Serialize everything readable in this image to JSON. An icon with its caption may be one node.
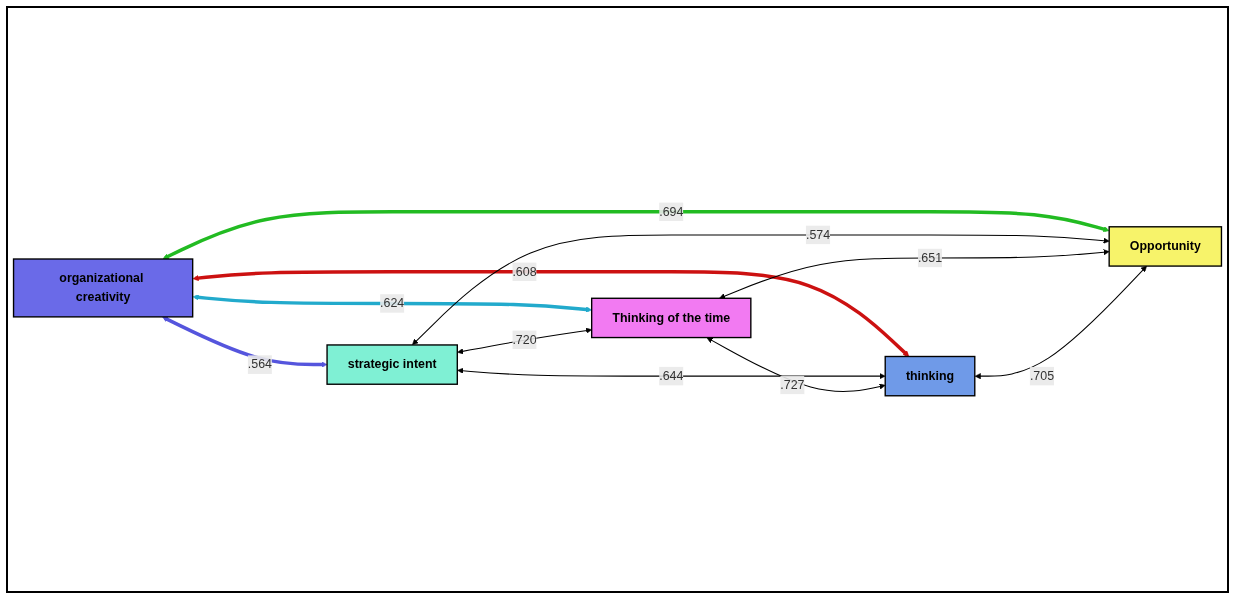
{
  "diagram": {
    "nodes": [
      {
        "text": [
          "organizational creativity"
        ]
      },
      {
        "text": [
          "strategic intent"
        ]
      },
      {
        "text": [
          "Thinking of the time"
        ]
      },
      {
        "text": [
          "thinking"
        ]
      },
      {
        "text": [
          "Opportunity"
        ]
      }
    ],
    "edges": [
      {
        "from": 0,
        "to": 1,
        "arrow": "both",
        "label": ".564",
        "style": "thick",
        "color": "#5555dd"
      },
      {
        "from": 0,
        "to": 2,
        "arrow": "both",
        "label": ".624",
        "style": "thick",
        "color": "#22aacc"
      },
      {
        "from": 0,
        "to": 3,
        "arrow": "both",
        "label": ".608",
        "style": "thick",
        "color": "#cc1111"
      },
      {
        "from": 0,
        "to": 4,
        "arrow": "both",
        "label": ".694",
        "style": "thick",
        "color": "#22bb22"
      },
      {
        "from": 1,
        "to": 2,
        "arrow": "both",
        "label": ".720"
      },
      {
        "from": 1,
        "to": 3,
        "arrow": "both",
        "label": ".644"
      },
      {
        "from": 1,
        "to": 4,
        "arrow": "both",
        "label": ".574"
      },
      {
        "from": 2,
        "to": 3,
        "arrow": "both",
        "label": ".727"
      },
      {
        "from": 2,
        "to": 4,
        "arrow": "both",
        "label": ".651"
      },
      {
        "from": 3,
        "to": 4,
        "arrow": "both",
        "label": ".705"
      }
    ]
  }
}
